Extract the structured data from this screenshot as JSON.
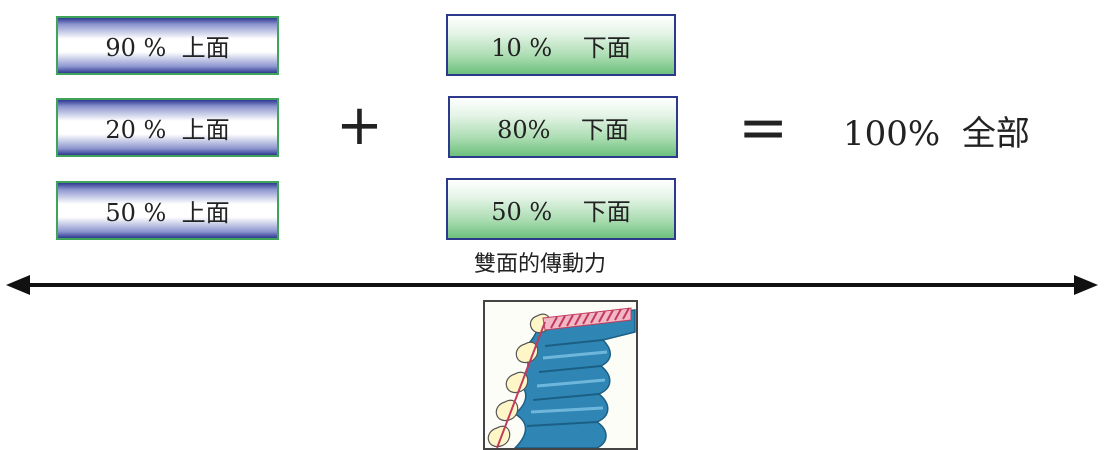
{
  "top_boxes": [
    {
      "label": "90 %  上面"
    },
    {
      "label": "20 %  上面"
    },
    {
      "label": "50 %  上面"
    }
  ],
  "bottom_boxes": [
    {
      "label": "10 %    下面"
    },
    {
      "label": "80%    下面"
    },
    {
      "label": "50 %    下面"
    }
  ],
  "operators": {
    "plus": "+",
    "equals": "="
  },
  "result": {
    "label": "100%  全部"
  },
  "caption": "雙面的傳動力",
  "colors": {
    "top_border": "#3fa35a",
    "top_gradient_edge": "#2f3a92",
    "bottom_border": "#2d3a8c",
    "bottom_gradient": "#6cc07c",
    "belt_blue": "#2f86b5",
    "belt_teeth": "#fff6c8",
    "belt_cord": "#c23a5c"
  },
  "icons": {
    "arrow": "double-headed-arrow",
    "illustration": "double-sided-timing-belt"
  }
}
